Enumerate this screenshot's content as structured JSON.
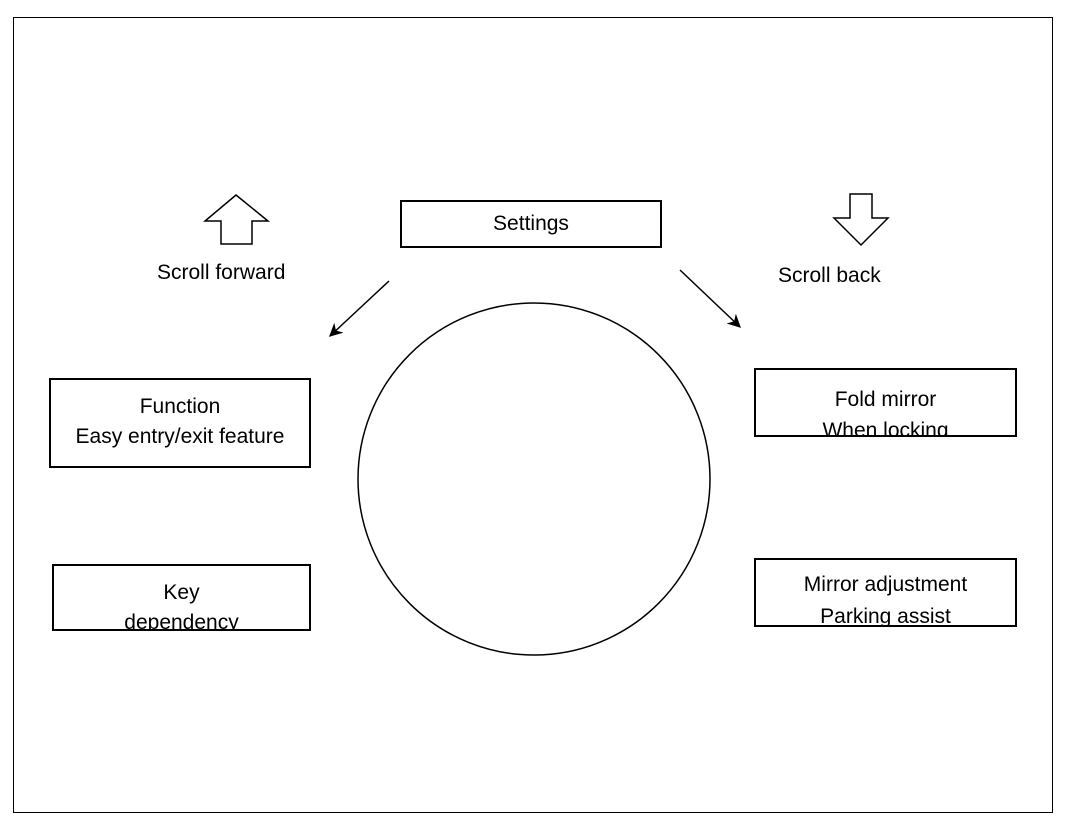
{
  "settings": {
    "label": "Settings"
  },
  "scroll_forward": {
    "label": "Scroll forward",
    "icon": "arrow-up-outline-icon"
  },
  "scroll_back": {
    "label": "Scroll back",
    "icon": "arrow-down-outline-icon"
  },
  "options": {
    "function": {
      "line1": "Function",
      "line2": "Easy entry/exit feature"
    },
    "key": {
      "line1": "Key",
      "line2": "dependency"
    },
    "fold_mirror": {
      "line1": "Fold mirror",
      "line2": "When locking"
    },
    "mirror_adjustment": {
      "line1": "Mirror adjustment",
      "line2": "Parking assist"
    }
  },
  "colors": {
    "stroke": "#000000",
    "background": "#ffffff"
  }
}
